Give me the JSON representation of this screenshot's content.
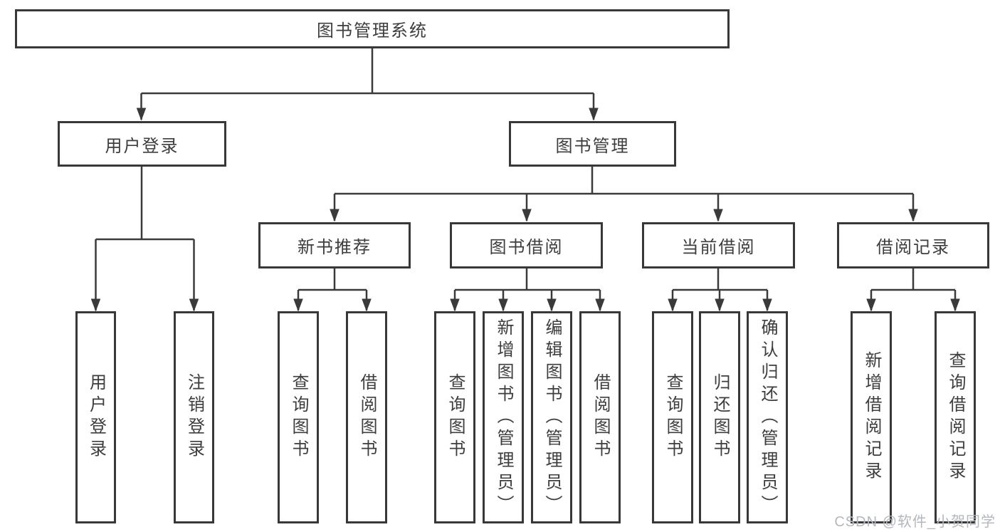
{
  "diagram": {
    "colors": {
      "line": "#3a3a3a",
      "text": "#3d3d3d",
      "box_border": "#383838",
      "box_fill": "#ffffff",
      "watermark": "#b2b8be",
      "background": "#ffffff"
    },
    "tree": {
      "root": {
        "label": "图书管理系统"
      },
      "branches": [
        {
          "label": "用户登录",
          "leaves": [
            {
              "label": "用户登录"
            },
            {
              "label": "注销登录"
            }
          ]
        },
        {
          "label": "图书管理",
          "groups": [
            {
              "label": "新书推荐",
              "leaves": [
                {
                  "label": "查询图书"
                },
                {
                  "label": "借阅图书"
                }
              ]
            },
            {
              "label": "图书借阅",
              "leaves": [
                {
                  "label": "查询图书"
                },
                {
                  "label": "新增图书（管理员）"
                },
                {
                  "label": "编辑图书（管理员）"
                },
                {
                  "label": "借阅图书"
                }
              ]
            },
            {
              "label": "当前借阅",
              "leaves": [
                {
                  "label": "查询图书"
                },
                {
                  "label": "归还图书"
                },
                {
                  "label": "确认归还（管理员）"
                }
              ]
            },
            {
              "label": "借阅记录",
              "leaves": [
                {
                  "label": "新增借阅记录"
                },
                {
                  "label": "查询借阅记录"
                }
              ]
            }
          ]
        }
      ]
    },
    "watermark": "CSDN @软件_小贺同学"
  }
}
